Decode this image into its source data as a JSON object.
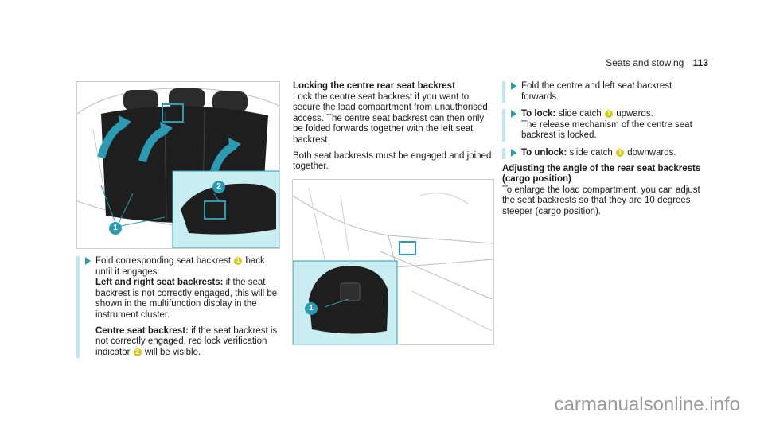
{
  "header": {
    "section": "Seats and stowing",
    "page": "113"
  },
  "col1": {
    "step1": "Fold corresponding seat backrest",
    "step1_ref": "1",
    "step1_end": "back until it engages.",
    "lr_bold": "Left and right seat backrests:",
    "lr_text": "if the seat backrest is not correctly engaged, this will be shown in the multifunction display in the instrument cluster.",
    "centre_bold": "Centre seat backrest:",
    "centre_text": "if the seat backrest is not correctly engaged, red lock verification indicator",
    "centre_ref": "2",
    "centre_end": "will be visible."
  },
  "col2": {
    "heading": "Locking the centre rear seat backrest",
    "p1": "Lock the centre seat backrest if you want to secure the load compartment from unauthorised access. The centre seat backrest can then only be folded forwards together with the left seat backrest.",
    "p2": "Both seat backrests must be engaged and joined together."
  },
  "col3": {
    "step1": "Fold the centre and left seat backrest forwards.",
    "lock_bold": "To lock:",
    "lock_text": "slide catch",
    "lock_ref": "1",
    "lock_end": "upwards.",
    "lock_p2": "The release mechanism of the centre seat backrest is locked.",
    "unlock_bold": "To unlock:",
    "unlock_text": "slide catch",
    "unlock_ref": "1",
    "unlock_end": "downwards.",
    "heading": "Adjusting the angle of the rear seat backrests (cargo position)",
    "p": "To enlarge the load compartment, you can adjust the seat backrests so that they are 10 degrees steeper (cargo position)."
  },
  "figures": {
    "fig1_labels": [
      "1",
      "2"
    ],
    "fig2_labels": [
      "1"
    ]
  },
  "watermark": "carmanualsonline.info",
  "colors": {
    "accent": "#2a9bb3",
    "callout_bg": "#c8eef2",
    "ref_badge": "#d4cc14"
  }
}
